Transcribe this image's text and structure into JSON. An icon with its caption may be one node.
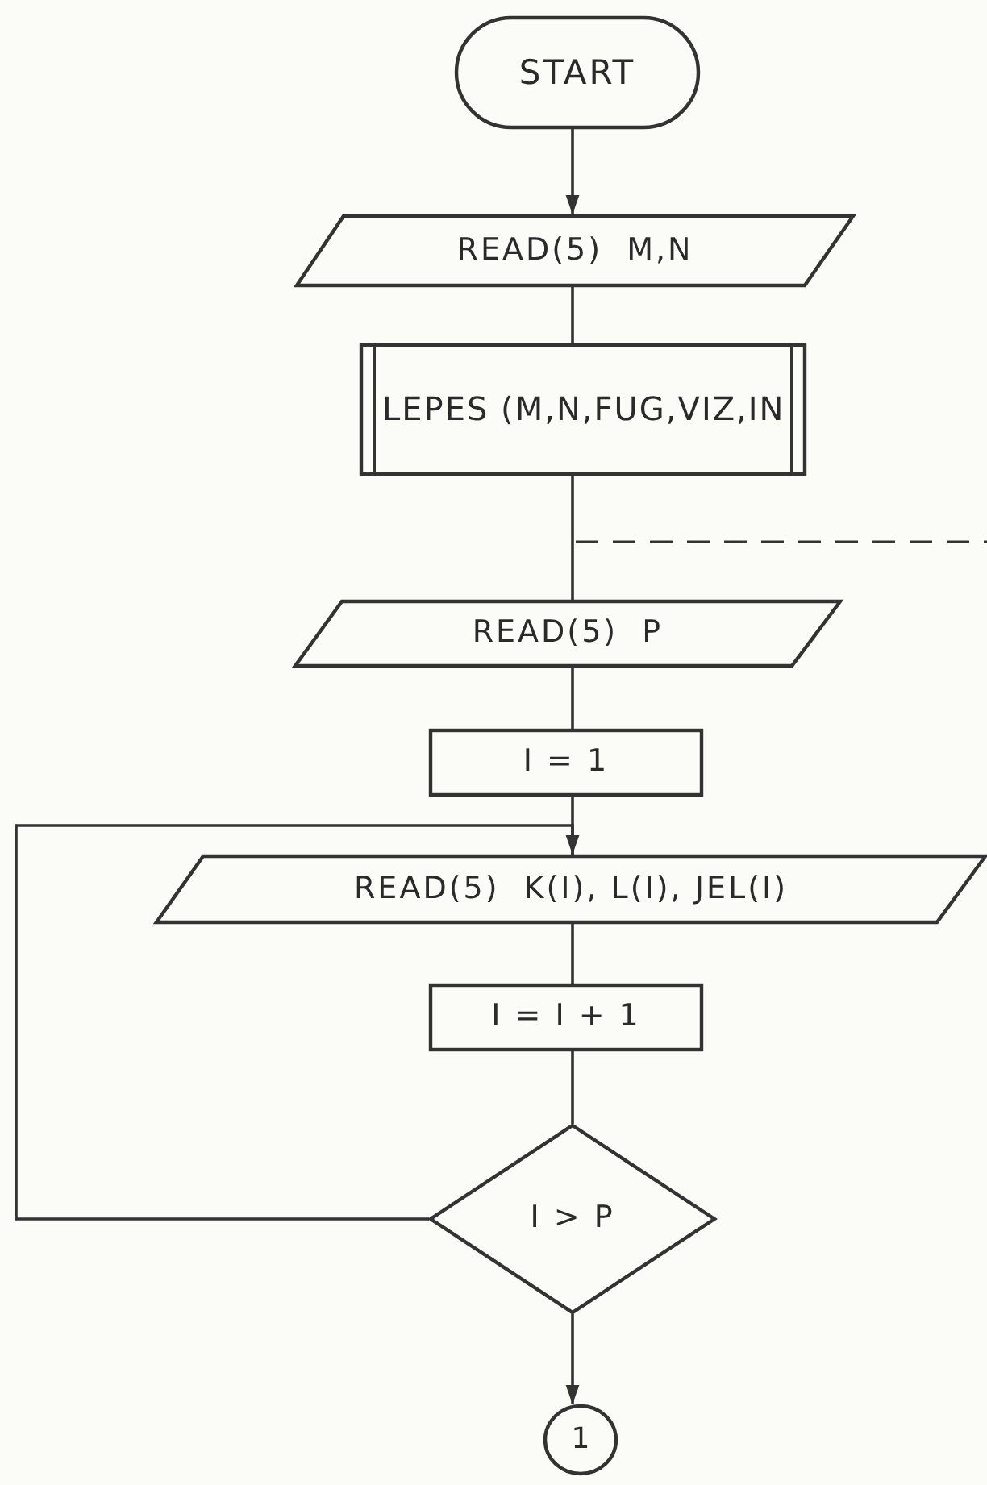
{
  "diagram": {
    "nodes": [
      {
        "text": [
          "START"
        ]
      },
      {
        "text": [
          "READ(5)  M,N"
        ]
      },
      {
        "text": [
          "LEPES (M,N,FUG,VIZ,IN"
        ]
      },
      {
        "text": [
          "READ(5)  P"
        ]
      },
      {
        "text": [
          "I = 1"
        ]
      },
      {
        "text": [
          "READ(5)  K(I), L(I), JEL(I)"
        ]
      },
      {
        "text": [
          "I = I + 1"
        ]
      },
      {
        "text": [
          "I > P"
        ]
      },
      {
        "text": [
          "1"
        ]
      }
    ],
    "edges": [
      {
        "from": 0,
        "to": 1,
        "arrow": "to"
      },
      {
        "from": 1,
        "to": 2,
        "arrow": "none"
      },
      {
        "from": 2,
        "to": 3,
        "arrow": "none"
      },
      {
        "from": 3,
        "to": 4,
        "arrow": "none"
      },
      {
        "from": 4,
        "to": 5,
        "arrow": "none"
      },
      {
        "from": 5,
        "to": 6,
        "arrow": "none"
      },
      {
        "from": 6,
        "to": 7,
        "arrow": "none"
      },
      {
        "from": 7,
        "to": 5,
        "arrow": "to"
      },
      {
        "from": 7,
        "to": 8,
        "arrow": "to"
      }
    ]
  }
}
